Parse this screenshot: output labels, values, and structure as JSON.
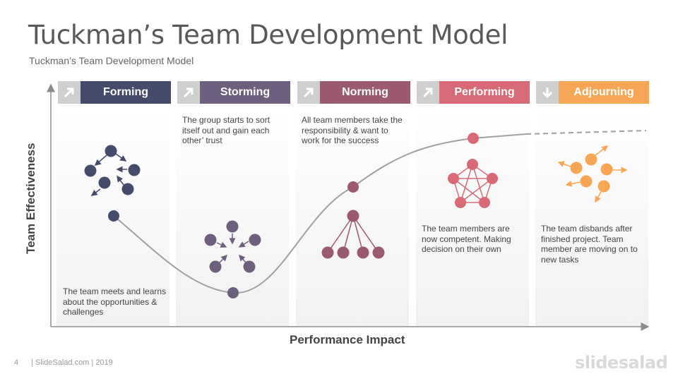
{
  "title": "Tuckman’s Team Development Model",
  "subtitle": "Tuckman’s Team Development Model",
  "axis": {
    "y_label": "Team Effectiveness",
    "x_label": "Performance Impact"
  },
  "stages": [
    {
      "label": "Forming",
      "icon": "arrow-up-right-icon",
      "color": "#454b6b",
      "description": "The team meets and learns about the opportunities & challenges"
    },
    {
      "label": "Storming",
      "icon": "arrow-up-right-icon",
      "color": "#6d5f7e",
      "description": "The group starts to sort itself out and gain each other’ trust"
    },
    {
      "label": "Norming",
      "icon": "arrow-up-right-icon",
      "color": "#9b5a6f",
      "description": "All team members take the responsibility & want to work for the success"
    },
    {
      "label": "Performing",
      "icon": "arrow-up-right-icon",
      "color": "#d86a78",
      "description": "The team members are now competent. Making decision on their own"
    },
    {
      "label": "Adjourning",
      "icon": "arrow-down-icon",
      "color": "#f7a655",
      "description": "The team disbands after finished project. Team member are moving on to new tasks"
    }
  ],
  "footer": {
    "page_number": "4",
    "text": "| SlideSalad.com | 2019",
    "logo": "slidesalad"
  }
}
